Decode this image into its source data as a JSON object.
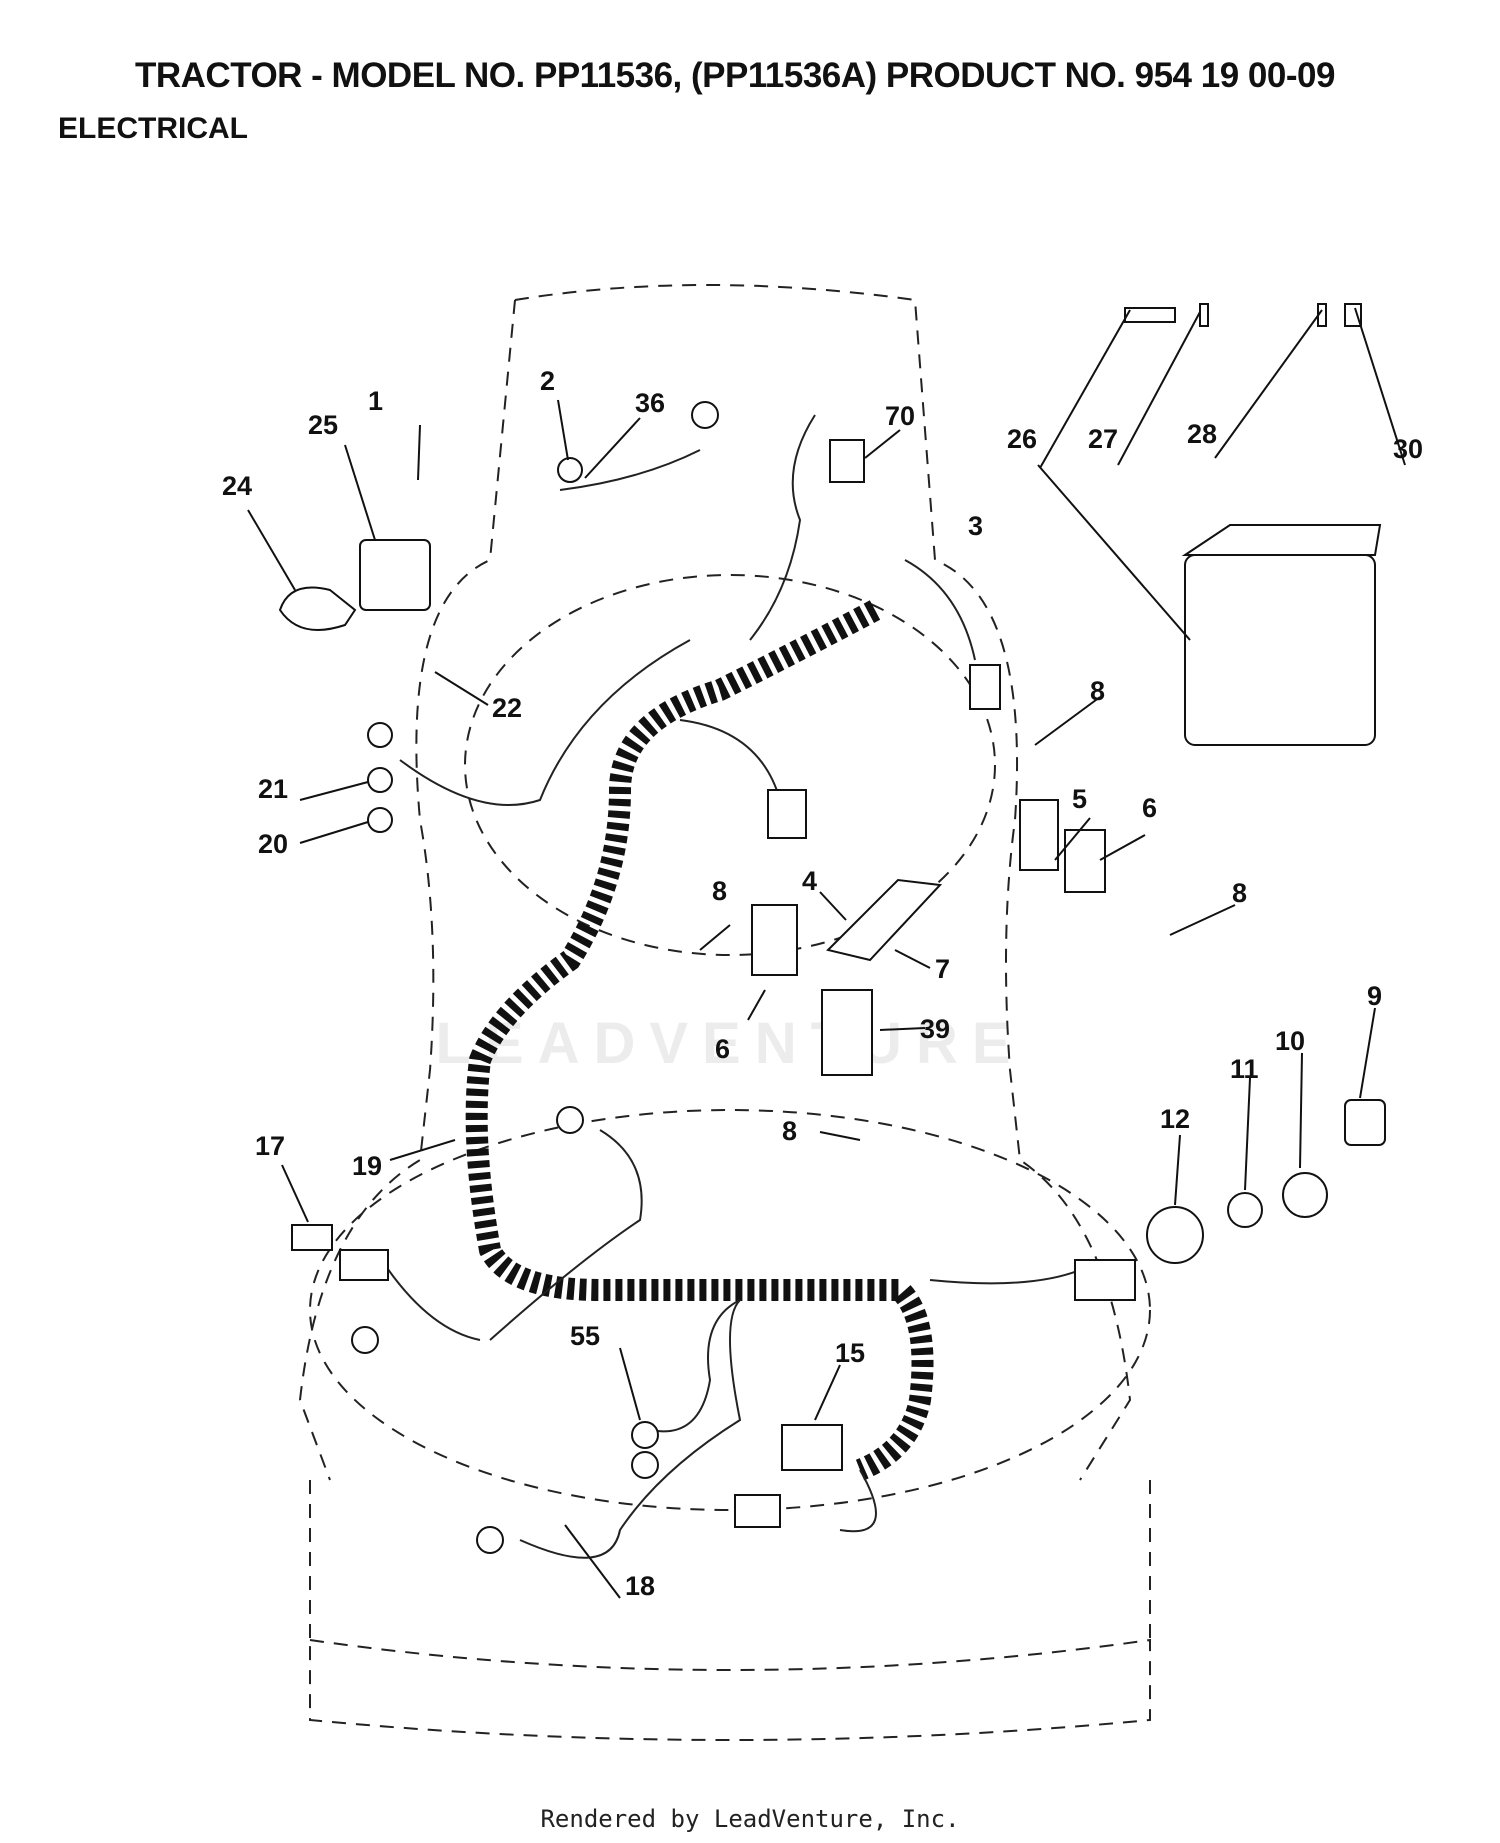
{
  "header": {
    "title": "TRACTOR - MODEL NO. PP11536, (PP11536A)  PRODUCT NO. 954 19 00-09",
    "subtitle": "ELECTRICAL"
  },
  "watermark": "LEADVENTURE",
  "footer": "Rendered by LeadVenture, Inc.",
  "callouts": {
    "c1": "1",
    "c2": "2",
    "c3": "3",
    "c4": "4",
    "c5": "5",
    "c6a": "6",
    "c6b": "6",
    "c7": "7",
    "c8a": "8",
    "c8b": "8",
    "c8c": "8",
    "c8d": "8",
    "c9": "9",
    "c10": "10",
    "c11": "11",
    "c12": "12",
    "c15": "15",
    "c17": "17",
    "c18": "18",
    "c19": "19",
    "c20": "20",
    "c21": "21",
    "c22": "22",
    "c24": "24",
    "c25": "25",
    "c26": "26",
    "c27": "27",
    "c28": "28",
    "c30": "30",
    "c36": "36",
    "c39": "39",
    "c55": "55",
    "c70": "70"
  }
}
